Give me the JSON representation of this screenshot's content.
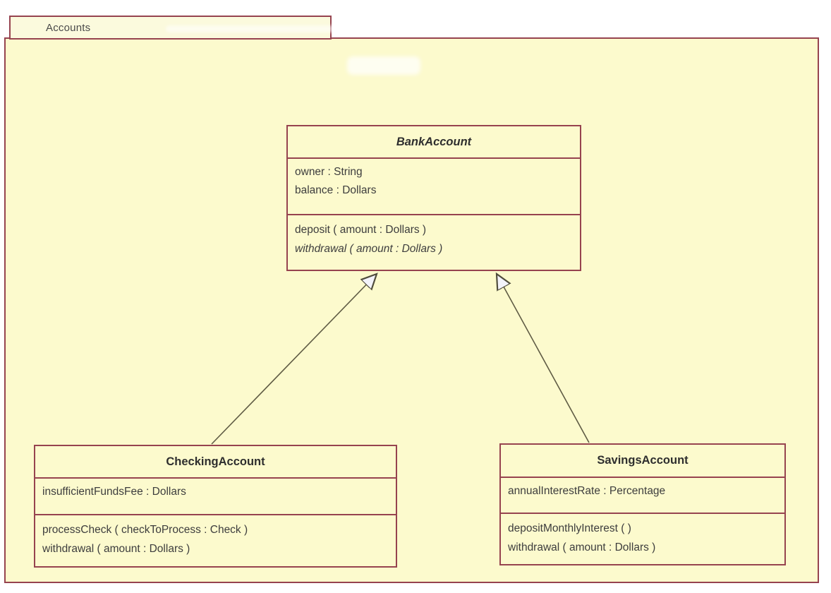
{
  "package": {
    "name": "Accounts"
  },
  "classes": [
    {
      "name": "BankAccount",
      "kind": "abstract-class",
      "attributes": [
        "owner : String",
        "balance : Dollars"
      ],
      "operations": [
        "deposit ( amount : Dollars )",
        "withdrawal ( amount : Dollars )"
      ]
    },
    {
      "name": "CheckingAccount",
      "kind": "class",
      "attributes": [
        "insufficientFundsFee : Dollars"
      ],
      "operations": [
        "processCheck ( checkToProcess : Check )",
        "withdrawal ( amount : Dollars )"
      ]
    },
    {
      "name": "SavingsAccount",
      "kind": "class",
      "attributes": [
        "annualInterestRate : Percentage"
      ],
      "operations": [
        "depositMonthlyInterest ( )",
        "withdrawal ( amount : Dollars )"
      ]
    }
  ],
  "relations": [
    {
      "type": "generalization",
      "from": "CheckingAccount",
      "to": "BankAccount"
    },
    {
      "type": "generalization",
      "from": "SavingsAccount",
      "to": "BankAccount"
    }
  ],
  "colors": {
    "diagram_fill": "#fcfacd",
    "tab_fill": "#fbfadd",
    "border": "#96434f",
    "relation_line": "#5f5b44",
    "arrowhead_fill": "#f3f3fa",
    "text": "#3d3d3d"
  }
}
